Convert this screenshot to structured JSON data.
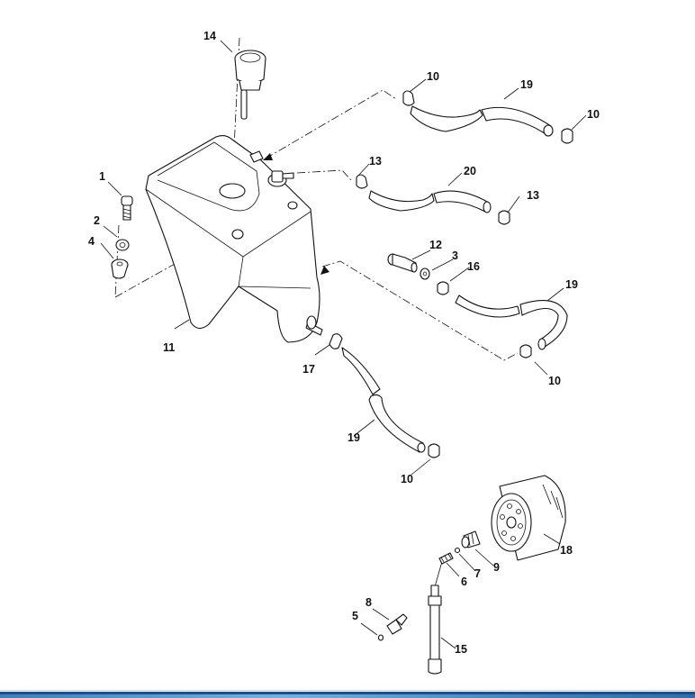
{
  "diagram": {
    "title": "Oil tank and oil lines exploded view",
    "callouts": {
      "c1": "1",
      "c2": "2",
      "c3": "3",
      "c4": "4",
      "c5": "5",
      "c6": "6",
      "c7": "7",
      "c8": "8",
      "c9": "9",
      "c10a": "10",
      "c10b": "10",
      "c10c": "10",
      "c10d": "10",
      "c11": "11",
      "c12": "12",
      "c13a": "13",
      "c13b": "13",
      "c14": "14",
      "c15": "15",
      "c16": "16",
      "c17": "17",
      "c18": "18",
      "c19a": "19",
      "c19b": "19",
      "c19c": "19",
      "c20": "20"
    }
  },
  "colors": {
    "line": "#111111",
    "background": "#ffffff",
    "bar_dark": "#1f4e8c",
    "bar_light": "#6fb3df"
  }
}
